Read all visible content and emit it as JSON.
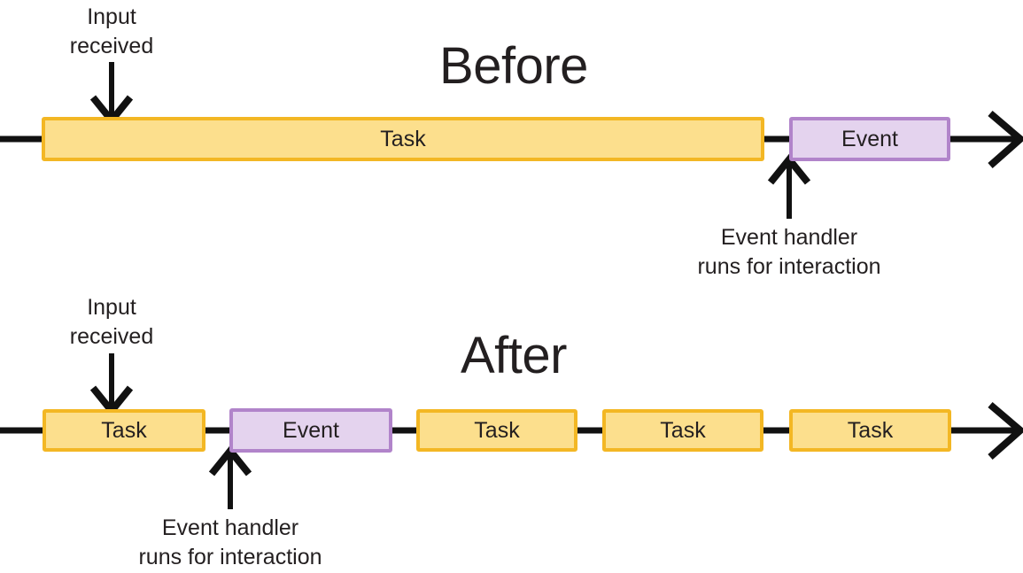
{
  "diagram": {
    "title_before": "Before",
    "title_after": "After",
    "colors": {
      "task_fill": "#fcdf8d",
      "task_border": "#f3b724",
      "event_fill": "#e4d3ee",
      "event_border": "#b184ca",
      "line": "#111111",
      "text": "#231f20",
      "background": "#ffffff"
    },
    "labels": {
      "task": "Task",
      "event": "Event"
    },
    "annotations": {
      "input_received_line1": "Input",
      "input_received_line2": "received",
      "event_handler_line1": "Event handler",
      "event_handler_line2": "runs for interaction"
    },
    "before": {
      "title": "Before",
      "blocks": [
        {
          "type": "task",
          "label": "Task"
        },
        {
          "type": "event",
          "label": "Event"
        }
      ],
      "input_annotation": {
        "line1": "Input",
        "line2": "received"
      },
      "handler_annotation": {
        "line1": "Event handler",
        "line2": "runs for interaction"
      }
    },
    "after": {
      "title": "After",
      "blocks": [
        {
          "type": "task",
          "label": "Task"
        },
        {
          "type": "event",
          "label": "Event"
        },
        {
          "type": "task",
          "label": "Task"
        },
        {
          "type": "task",
          "label": "Task"
        },
        {
          "type": "task",
          "label": "Task"
        }
      ],
      "input_annotation": {
        "line1": "Input",
        "line2": "received"
      },
      "handler_annotation": {
        "line1": "Event handler",
        "line2": "runs for interaction"
      }
    }
  }
}
